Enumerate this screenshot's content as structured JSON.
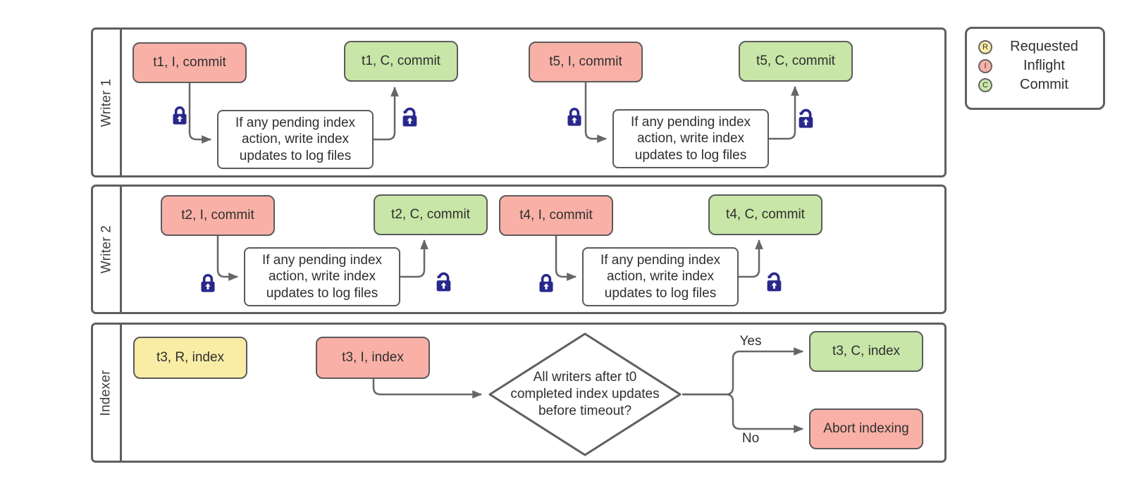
{
  "legend": {
    "items": [
      {
        "letter": "R",
        "label": "Requested",
        "color": "#f9eca5"
      },
      {
        "letter": "I",
        "label": "Inflight",
        "color": "#f9b1a7"
      },
      {
        "letter": "C",
        "label": "Commit",
        "color": "#c8e6a7"
      }
    ]
  },
  "lanes": [
    {
      "label": "Writer 1"
    },
    {
      "label": "Writer 2"
    },
    {
      "label": "Indexer"
    }
  ],
  "process_note": "If any pending index action, write index updates to log files",
  "states": {
    "t1_inflight": "t1, I, commit",
    "t1_commit": "t1, C, commit",
    "t5_inflight": "t5, I, commit",
    "t5_commit": "t5, C, commit",
    "t2_inflight": "t2, I, commit",
    "t2_commit": "t2, C, commit",
    "t4_inflight": "t4, I, commit",
    "t4_commit": "t4, C, commit",
    "t3_requested": "t3, R, index",
    "t3_inflight": "t3, I, index",
    "t3_commit": "t3, C, index",
    "abort": "Abort indexing"
  },
  "decision": {
    "lines": [
      "All writers after t0",
      "completed index updates",
      "before timeout?"
    ]
  },
  "branch_labels": {
    "yes": "Yes",
    "no": "No"
  },
  "colors": {
    "requested_fill": "#f9eca5",
    "inflight_fill": "#f9b1a7",
    "commit_fill": "#c8e6a7",
    "shape_border": "#5b5b5b",
    "connector": "#666666",
    "lock": "#28288c"
  }
}
